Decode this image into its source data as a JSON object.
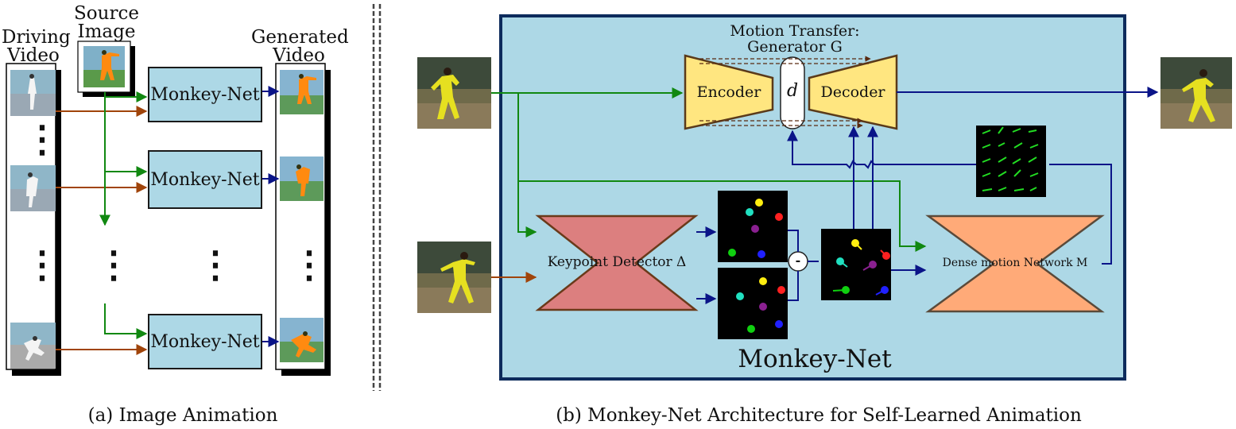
{
  "panel_a": {
    "caption": "(a) Image Animation",
    "driving_video_label": [
      "Driving",
      "Video"
    ],
    "source_image_label": [
      "Source",
      "Image"
    ],
    "generated_video_label": [
      "Generated",
      "Video"
    ],
    "box_label": "Monkey-Net",
    "ellipsis": "⋮"
  },
  "panel_b": {
    "caption": "(b) Monkey-Net Architecture for Self-Learned Animation",
    "generator_title": [
      "Motion Transfer:",
      "Generator G"
    ],
    "encoder": "Encoder",
    "decoder": "Decoder",
    "latent": "d",
    "keypoint_detector": "Keypoint Detector Δ",
    "dense_motion": "Dense motion Network M",
    "subtract": "-",
    "big_label": "Monkey-Net"
  },
  "colors": {
    "panel_fill": "#add8e6",
    "panel_border": "#0d2b5c",
    "encoder_fill": "#ffe680",
    "keypoint_fill": "#dc7f7f",
    "dense_fill": "#ffaa78",
    "arrow_green": "#118811",
    "arrow_brown": "#a0440a",
    "arrow_blue": "#0a1488",
    "keypoint_colors": [
      "#ff2020",
      "#20e0c0",
      "#ffee10",
      "#8a2090",
      "#10d010",
      "#2020ff"
    ]
  }
}
